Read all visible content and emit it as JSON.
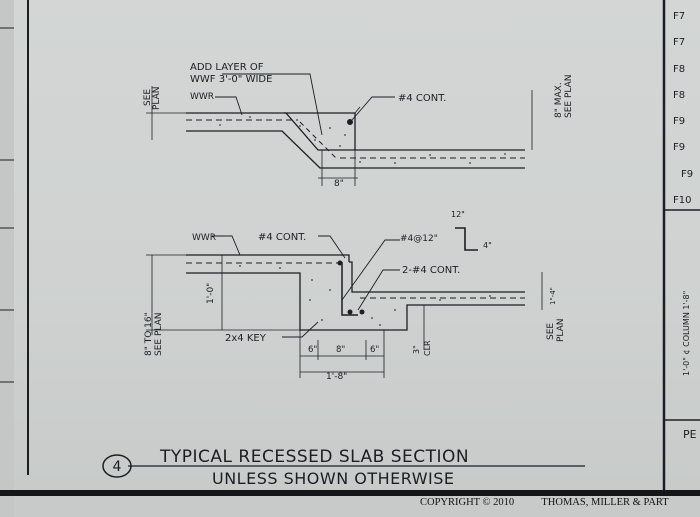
{
  "detail": {
    "number": "4",
    "title_line1": "TYPICAL RECESSED SLAB SECTION",
    "title_line2": "UNLESS SHOWN OTHERWISE"
  },
  "upper_section": {
    "note_line1": "ADD LAYER OF",
    "note_line2": "WWF 3'-0\" WIDE",
    "wwr": "WWR",
    "see_plan_1": "SEE",
    "see_plan_2": "PLAN",
    "bar": "#4 CONT.",
    "max_1": "8\" MAX.",
    "max_2": "SEE PLAN",
    "dim": "8\""
  },
  "lower_section": {
    "wwr": "WWR",
    "bar_top": "#4 CONT.",
    "hook_bar": "#4@12\"",
    "hook_len": "12\"",
    "hook_leg": "4\"",
    "bars_bottom": "2-#4 CONT.",
    "depth": "1'-0\"",
    "range_1": "8\" TO 16\"",
    "range_2": "SEE PLAN",
    "key": "2x4 KEY",
    "dim_a": "6\"",
    "dim_b": "8\"",
    "dim_c": "6\"",
    "dim_total": "1'-8\"",
    "clr_1": "3\"",
    "clr_2": "CLR",
    "see_plan_1": "SEE",
    "see_plan_2": "PLAN",
    "small_dim": "1\"-4\""
  },
  "right_strip": {
    "labels": [
      "F7",
      "F7",
      "F8",
      "F8",
      "F9",
      "F9",
      "F9",
      "F10"
    ],
    "column_label": "1'-0\" ¢ COLUMN 1'-8\"",
    "bottom_label": "PE"
  },
  "footer": {
    "copyright": "COPYRIGHT © 2010",
    "firm": "THOMAS, MILLER & PART"
  }
}
